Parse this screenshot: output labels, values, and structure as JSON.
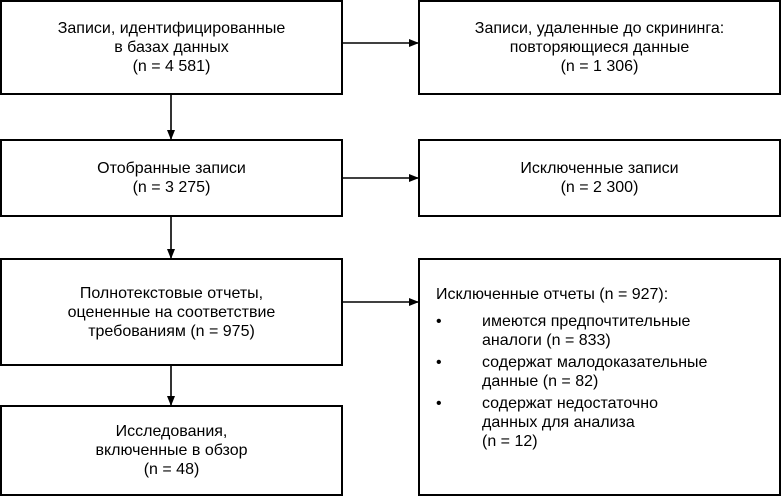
{
  "flow": {
    "identified": {
      "lines": [
        "Записи, идентифицированные",
        "в базах данных",
        "(n = 4 581)"
      ]
    },
    "duplicates_removed": {
      "lines": [
        "Записи, удаленные до скрининга:",
        "повторяющиеся данные",
        "(n = 1 306)"
      ]
    },
    "screened": {
      "lines": [
        "Отобранные записи",
        "(n = 3 275)"
      ]
    },
    "excluded_records": {
      "lines": [
        "Исключенные записи",
        "(n = 2 300)"
      ]
    },
    "full_text": {
      "lines": [
        "Полнотекстовые отчеты,",
        "оцененные на соответствие",
        "требованиям (n = 975)"
      ]
    },
    "excluded_reports": {
      "title": "Исключенные отчеты (n = 927):",
      "bullet": "•",
      "reasons": [
        {
          "lines": [
            "имеются предпочтительные",
            "аналоги (n = 833)"
          ]
        },
        {
          "lines": [
            "содержат малодоказательные",
            "данные (n = 82)"
          ]
        },
        {
          "lines": [
            "содержат недостаточно",
            "данных для анализа",
            "(n = 12)"
          ]
        }
      ]
    },
    "included": {
      "lines": [
        "Исследования,",
        "включенные в обзор",
        "(n = 48)"
      ]
    }
  }
}
